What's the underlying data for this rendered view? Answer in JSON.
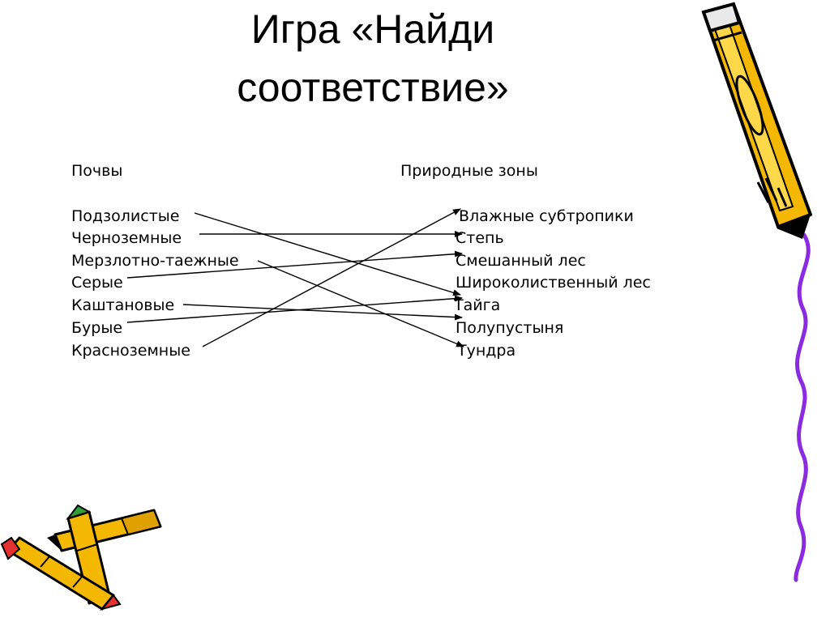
{
  "title": {
    "line1": "Игра «Найди",
    "line2": "соответствие»"
  },
  "left_column": {
    "header": "Почвы",
    "items": [
      "Подзолистые",
      "Черноземные",
      "Мерзлотно-таежные",
      "Серые",
      "Каштановые",
      "Бурые",
      "Красноземные"
    ]
  },
  "right_column": {
    "header": "Природные зоны",
    "items": [
      "Влажные субтропики",
      "Степь",
      "Смешанный лес",
      "Широколиственный лес",
      "Тайга",
      "Полупустыня",
      "Тундра"
    ]
  },
  "connections": [
    {
      "from": "Подзолистые",
      "to": "Широколиственный лес"
    },
    {
      "from": "Черноземные",
      "to": "Степь"
    },
    {
      "from": "Мерзлотно-таежные",
      "to": "Тундра"
    },
    {
      "from": "Серые",
      "to": "Смешанный лес"
    },
    {
      "from": "Каштановые",
      "to": "Полупустыня"
    },
    {
      "from": "Бурые",
      "to": "Тайга"
    },
    {
      "from": "Красноземные",
      "to": "Влажные субтропики"
    }
  ],
  "decorations": {
    "top_right": "pencil-icon",
    "bottom_left": "crayons-icon",
    "right_edge": "wavy-line",
    "pencil_color": "#f5b800",
    "wave_color": "#8a2be2"
  }
}
